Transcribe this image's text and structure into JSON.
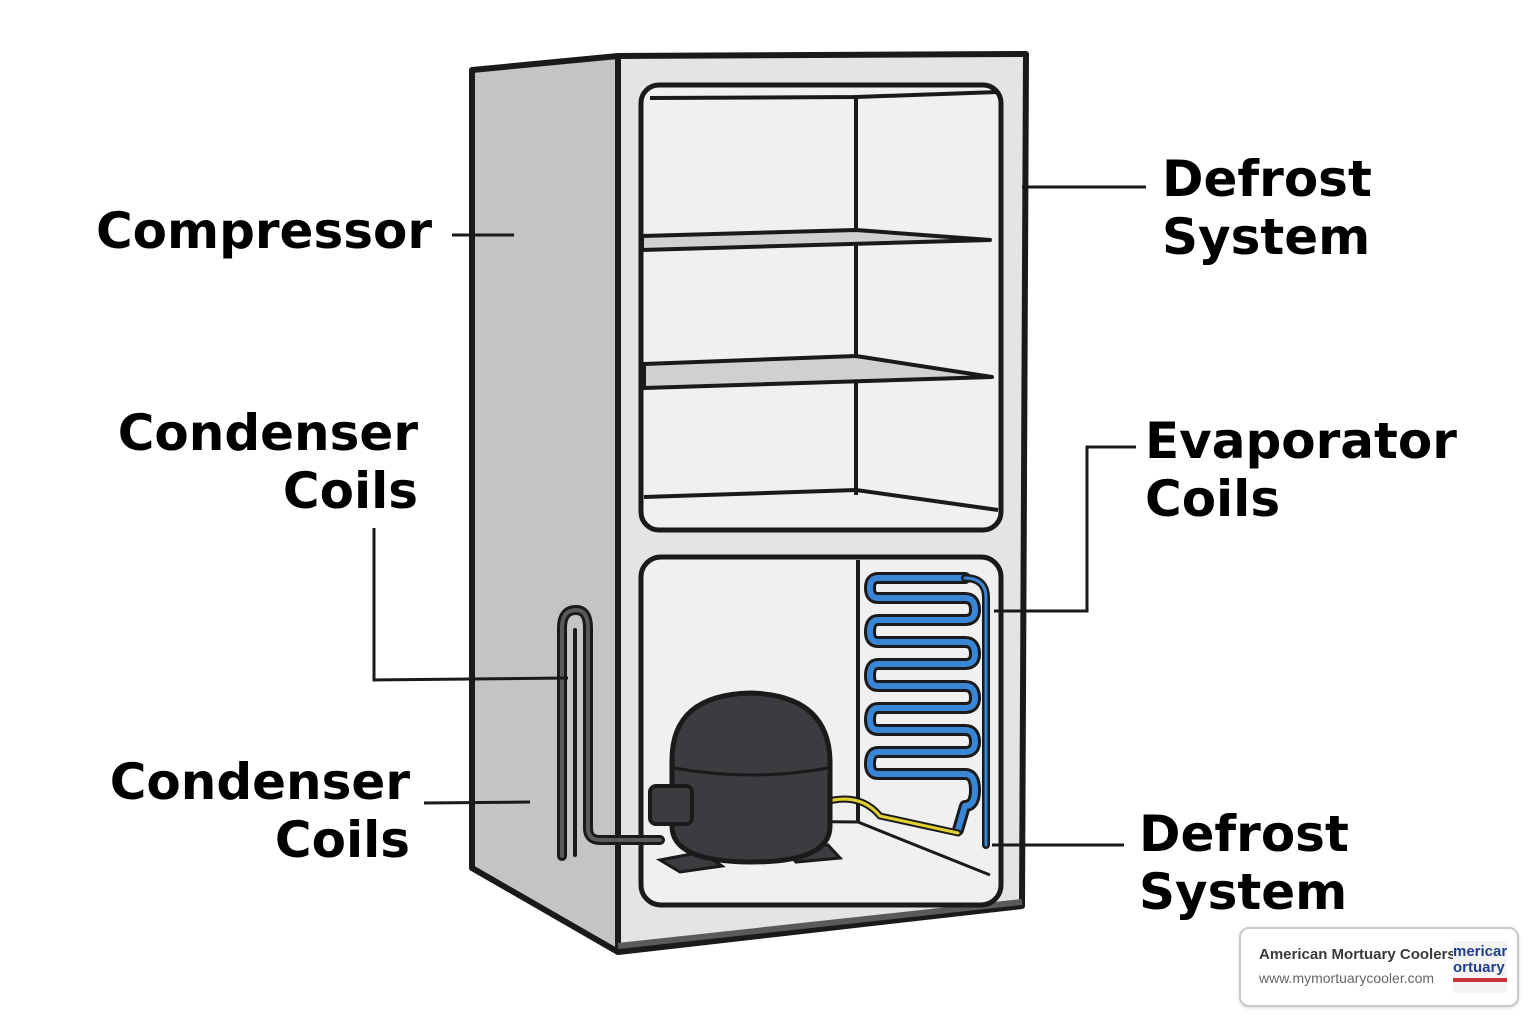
{
  "labels": {
    "compressor": [
      "Compressor"
    ],
    "condenser_upper": [
      "Condenser",
      "Coils"
    ],
    "condenser_lower": [
      "Condenser",
      "Coils"
    ],
    "defrost_top": [
      "Defrost",
      "System"
    ],
    "evaporator": [
      "Evaporator",
      "Coils"
    ],
    "defrost_bottom": [
      "Defrost",
      "System"
    ]
  },
  "watermark": {
    "company": "American Mortuary Coolers",
    "url": "www.mymortuarycooler.com",
    "logo_text": [
      "mericar",
      "ortuary"
    ]
  },
  "colors": {
    "outline": "#1a1a1a",
    "side_panel": "#c4c4c4",
    "front_panel": "#e4e4e4",
    "compartment": "#f0f0f0",
    "shelf": "#d0d0d0",
    "compressor": "#3c3c40",
    "evaporator_coil": "#3a86d6",
    "wire": "#e2d12e"
  }
}
